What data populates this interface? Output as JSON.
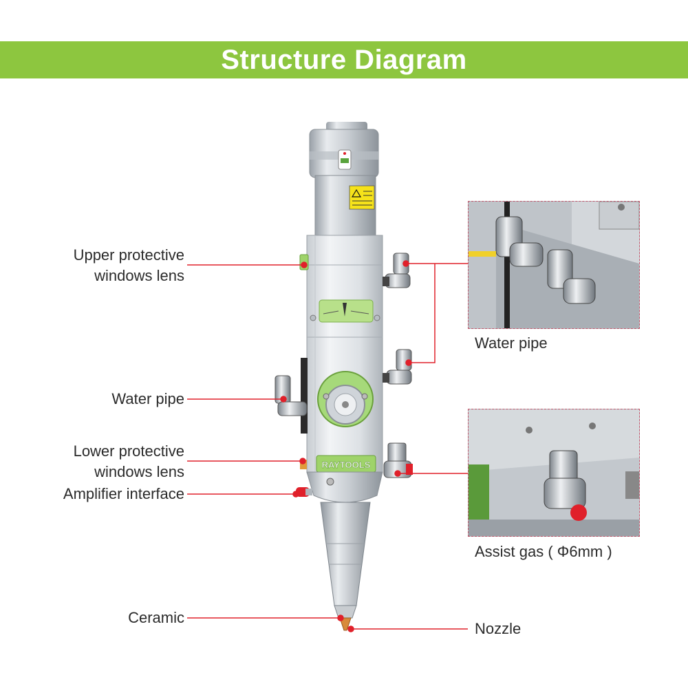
{
  "title": "Structure Diagram",
  "brand_label": "RAYTOOLS",
  "labels": {
    "upper_lens": [
      "Upper protective",
      "windows lens"
    ],
    "water_pipe_left": "Water pipe",
    "lower_lens": [
      "Lower protective",
      "windows lens"
    ],
    "amplifier": "Amplifier interface",
    "ceramic": "Ceramic",
    "water_pipe_right": "Water pipe",
    "assist_gas": "Assist gas ( Φ6mm )",
    "nozzle": "Nozzle"
  },
  "colors": {
    "banner": "#8dc63f",
    "leader_line": "#e0202a",
    "accent_green": "#9fd36a"
  }
}
